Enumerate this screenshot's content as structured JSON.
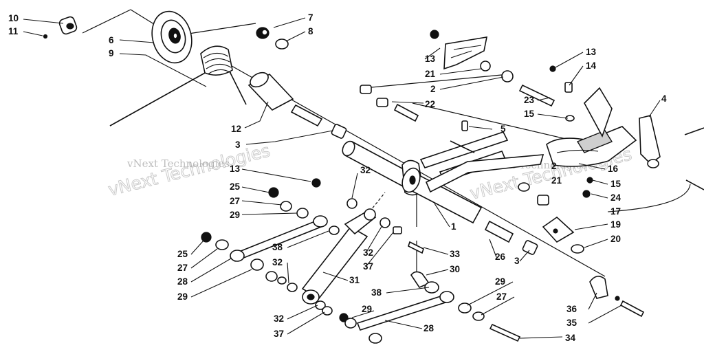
{
  "diagram": {
    "labels": [
      {
        "id": "l10a",
        "text": "10"
      },
      {
        "id": "l11",
        "text": "11"
      },
      {
        "id": "l6",
        "text": "6"
      },
      {
        "id": "l9",
        "text": "9"
      },
      {
        "id": "l7",
        "text": "7"
      },
      {
        "id": "l8",
        "text": "8"
      },
      {
        "id": "l12",
        "text": "12"
      },
      {
        "id": "l3a",
        "text": "3"
      },
      {
        "id": "l13a",
        "text": "13"
      },
      {
        "id": "l21a",
        "text": "21"
      },
      {
        "id": "l2a",
        "text": "2"
      },
      {
        "id": "l22",
        "text": "22"
      },
      {
        "id": "l23",
        "text": "23"
      },
      {
        "id": "l15a",
        "text": "15"
      },
      {
        "id": "l5",
        "text": "5"
      },
      {
        "id": "l13b",
        "text": "13"
      },
      {
        "id": "l14",
        "text": "14"
      },
      {
        "id": "l4",
        "text": "4"
      },
      {
        "id": "l13c",
        "text": "13"
      },
      {
        "id": "l32a",
        "text": "32"
      },
      {
        "id": "l25a",
        "text": "25"
      },
      {
        "id": "l27a",
        "text": "27"
      },
      {
        "id": "l29a",
        "text": "29"
      },
      {
        "id": "l2b",
        "text": "2"
      },
      {
        "id": "l21b",
        "text": "21"
      },
      {
        "id": "l16",
        "text": "16"
      },
      {
        "id": "l15b",
        "text": "15"
      },
      {
        "id": "l24",
        "text": "24"
      },
      {
        "id": "l17",
        "text": "17"
      },
      {
        "id": "l19",
        "text": "19"
      },
      {
        "id": "l20",
        "text": "20"
      },
      {
        "id": "l1",
        "text": "1"
      },
      {
        "id": "l25b",
        "text": "25"
      },
      {
        "id": "l27b",
        "text": "27"
      },
      {
        "id": "l28a",
        "text": "28"
      },
      {
        "id": "l29b",
        "text": "29"
      },
      {
        "id": "l38a",
        "text": "38"
      },
      {
        "id": "l32b",
        "text": "32"
      },
      {
        "id": "l32c",
        "text": "32"
      },
      {
        "id": "l37a",
        "text": "37"
      },
      {
        "id": "l33",
        "text": "33"
      },
      {
        "id": "l30",
        "text": "30"
      },
      {
        "id": "l26",
        "text": "26"
      },
      {
        "id": "l3b",
        "text": "3"
      },
      {
        "id": "l31",
        "text": "31"
      },
      {
        "id": "l29c",
        "text": "29"
      },
      {
        "id": "l38b",
        "text": "38"
      },
      {
        "id": "l27c",
        "text": "27"
      },
      {
        "id": "l29d",
        "text": "29"
      },
      {
        "id": "l32d",
        "text": "32"
      },
      {
        "id": "l37b",
        "text": "37"
      },
      {
        "id": "l28b",
        "text": "28"
      },
      {
        "id": "l36",
        "text": "36"
      },
      {
        "id": "l35",
        "text": "35"
      },
      {
        "id": "l34",
        "text": "34"
      }
    ]
  },
  "watermark": {
    "small_text": "vNext Technologies",
    "large_text": "vNext Technologies"
  }
}
